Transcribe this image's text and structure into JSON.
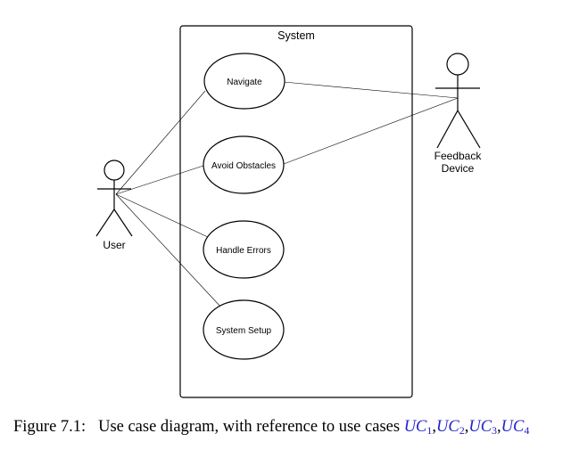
{
  "diagram": {
    "system_label": "System",
    "actors": {
      "user": "User",
      "feedback_line1": "Feedback",
      "feedback_line2": "Device"
    },
    "use_cases": [
      "Navigate",
      "Avoid Obstacles",
      "Handle Errors",
      "System Setup"
    ]
  },
  "caption": {
    "prefix": "Figure 7.1:",
    "text": "Use case diagram, with reference to use cases",
    "refs": [
      {
        "base": "UC",
        "sub": "1"
      },
      {
        "base": "UC",
        "sub": "2"
      },
      {
        "base": "UC",
        "sub": "3"
      },
      {
        "base": "UC",
        "sub": "4"
      }
    ],
    "separator": ","
  },
  "colors": {
    "reference_link": "#2222cc",
    "stroke": "#000000"
  }
}
